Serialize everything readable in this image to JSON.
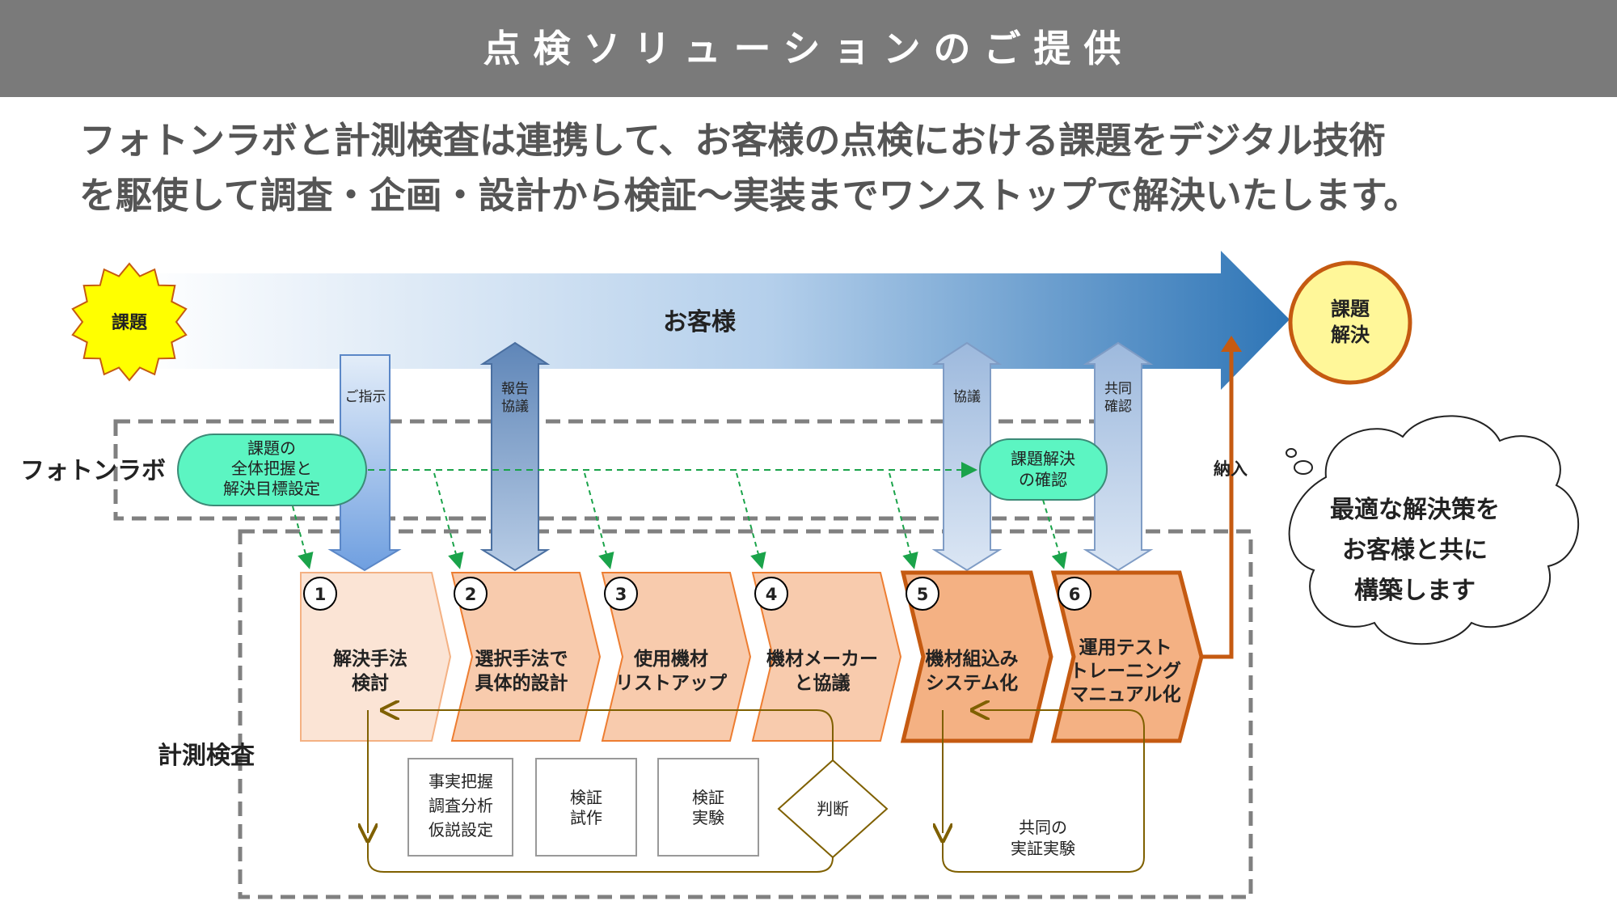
{
  "header": {
    "title": "点検ソリューションのご提供"
  },
  "intro": {
    "line1": "フォトンラボと計測検査は連携して、お客様の点検における課題をデジタル技術",
    "line2": "を駆使して調査・企画・設計から検証～実装までワンストップで解決いたします。"
  },
  "diagram": {
    "problem_badge": "課題",
    "customer_label": "お客様",
    "solved_line1": "課題",
    "solved_line2": "解決",
    "photonlab_label": "フォトンラボ",
    "keisoku_label": "計測検査",
    "arrow_instruction": "ご指示",
    "arrow_report_1": "報告",
    "arrow_report_2": "協議",
    "arrow_consult": "協議",
    "arrow_joint_1": "共同",
    "arrow_joint_2": "確認",
    "delivery_label": "納入",
    "pl_task_1": "課題の",
    "pl_task_2": "全体把握と",
    "pl_task_3": "解決目標設定",
    "pl_confirm_1": "課題解決",
    "pl_confirm_2": "の確認",
    "cloud_1": "最適な解決策を",
    "cloud_2": "お客様と共に",
    "cloud_3": "構築します",
    "steps": [
      {
        "num": "1",
        "line1": "解決手法",
        "line2": "検討",
        "line3": ""
      },
      {
        "num": "2",
        "line1": "選択手法で",
        "line2": "具体的設計",
        "line3": ""
      },
      {
        "num": "3",
        "line1": "使用機材",
        "line2": "リストアップ",
        "line3": ""
      },
      {
        "num": "4",
        "line1": "機材メーカー",
        "line2": "と協議",
        "line3": ""
      },
      {
        "num": "5",
        "line1": "機材組込み",
        "line2": "システム化",
        "line3": ""
      },
      {
        "num": "6",
        "line1": "運用テスト",
        "line2": "トレーニング",
        "line3": "マニュアル化"
      }
    ],
    "sub_box_1": [
      "事実把握",
      "調査分析",
      "仮説設定"
    ],
    "sub_box_2": [
      "検証",
      "試作"
    ],
    "sub_box_3": [
      "検証",
      "実験"
    ],
    "judge_label": "判断",
    "joint_exp_1": "共同の",
    "joint_exp_2": "実証実験"
  },
  "colors": {
    "header_bg": "#7a7a7a",
    "step_light": "#fbe4d5",
    "step_mid": "#f4b183",
    "step_border": "#c55a11",
    "photonlab_pill": "#5cf5c2",
    "badge_yellow": "#ffff00",
    "arrow_blue": "#2e75b6",
    "flow_olive": "#7f6000"
  }
}
